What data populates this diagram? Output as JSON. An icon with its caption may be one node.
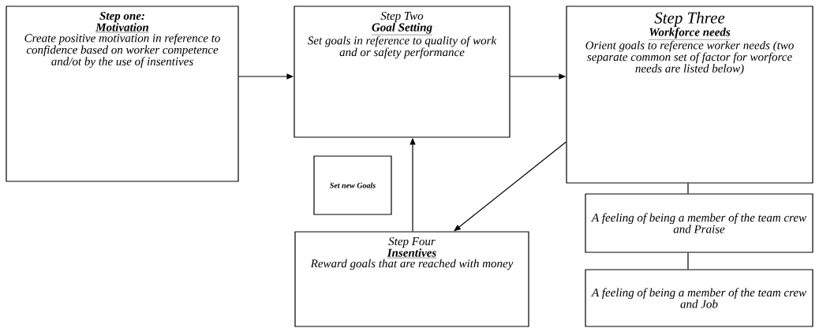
{
  "diagram": {
    "nodes": [
      {
        "text": [
          "Step one:",
          "Motivation",
          "Create positive motivation in reference to confidence based on worker competence and/ot by the use of insentives"
        ]
      },
      {
        "text": [
          "Step Two",
          "Goal Setting",
          "Set goals in reference to quality of work and or safety performance"
        ]
      },
      {
        "text": [
          "Step Three",
          "Workforce needs",
          "Orient goals to reference worker needs (two separate common set of factor for worforce needs are listed below)"
        ]
      },
      {
        "text": [
          "Set new Goals"
        ]
      },
      {
        "text": [
          "Step Four",
          "Insentives",
          "Reward goals that are reached with money"
        ]
      },
      {
        "text": [
          "A feeling of being a member of the team crew and Praise"
        ]
      },
      {
        "text": [
          "A feeling of being a member of the team crew and Job"
        ]
      }
    ],
    "edges": [
      {
        "from": 0,
        "to": 1,
        "arrow": "to"
      },
      {
        "from": 1,
        "to": 2,
        "arrow": "to"
      },
      {
        "from": 2,
        "to": 4,
        "arrow": "to"
      },
      {
        "from": 4,
        "to": 1,
        "arrow": "to"
      },
      {
        "from": 2,
        "to": 5,
        "arrow": "none"
      },
      {
        "from": 5,
        "to": 6,
        "arrow": "none"
      }
    ]
  }
}
